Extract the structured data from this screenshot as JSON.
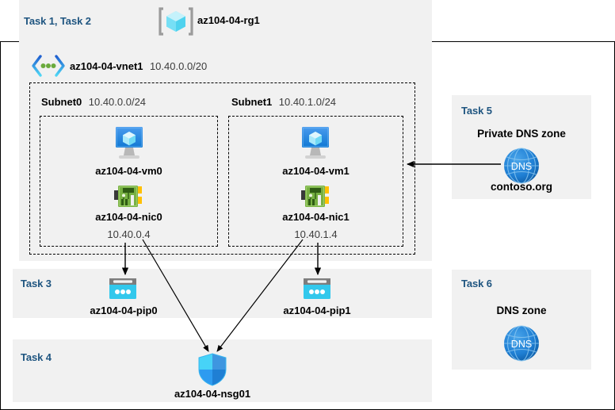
{
  "diagram": {
    "title_row": {
      "tasks_label": "Task 1, Task 2",
      "resource_group_name": "az104-04-rg1",
      "resource_group_icon": "resource-group-cube-icon"
    },
    "vnet": {
      "icon": "virtual-network-icon",
      "name": "az104-04-vnet1",
      "cidr": "10.40.0.0/20"
    },
    "subnets": [
      {
        "label": "Subnet0",
        "cidr": "10.40.0.0/24",
        "vm": {
          "icon": "virtual-machine-icon",
          "name": "az104-04-vm0"
        },
        "nic": {
          "icon": "network-interface-icon",
          "name": "az104-04-nic0",
          "ip": "10.40.0.4"
        }
      },
      {
        "label": "Subnet1",
        "cidr": "10.40.1.0/24",
        "vm": {
          "icon": "virtual-machine-icon",
          "name": "az104-04-vm1"
        },
        "nic": {
          "icon": "network-interface-icon",
          "name": "az104-04-nic1",
          "ip": "10.40.1.4"
        }
      }
    ],
    "task3": {
      "label": "Task 3",
      "public_ips": [
        {
          "icon": "public-ip-address-icon",
          "name": "az104-04-pip0"
        },
        {
          "icon": "public-ip-address-icon",
          "name": "az104-04-pip1"
        }
      ]
    },
    "task4": {
      "label": "Task 4",
      "nsg": {
        "icon": "network-security-group-shield-icon",
        "name": "az104-04-nsg01"
      }
    },
    "task5": {
      "label": "Task 5",
      "heading": "Private DNS zone",
      "icon": "dns-globe-icon",
      "icon_text": "DNS",
      "zone_name": "contoso.org"
    },
    "task6": {
      "label": "Task 6",
      "heading": "DNS zone",
      "icon": "dns-globe-icon",
      "icon_text": "DNS"
    },
    "colors": {
      "task_label": "#1f5580",
      "panel_bg": "#f1f1f1",
      "page_bg": "#ffffff",
      "border": "#000000",
      "vm_blue": "#0f7bd4",
      "nic_green": "#6aaa3c",
      "pip_cyan": "#32c8ec",
      "nsg_blue": "#2d9bf0",
      "dns_blue": "#1f7fd4",
      "vnet_cyan": "#35c1e8",
      "rg_cyan": "#69e3f5"
    }
  }
}
